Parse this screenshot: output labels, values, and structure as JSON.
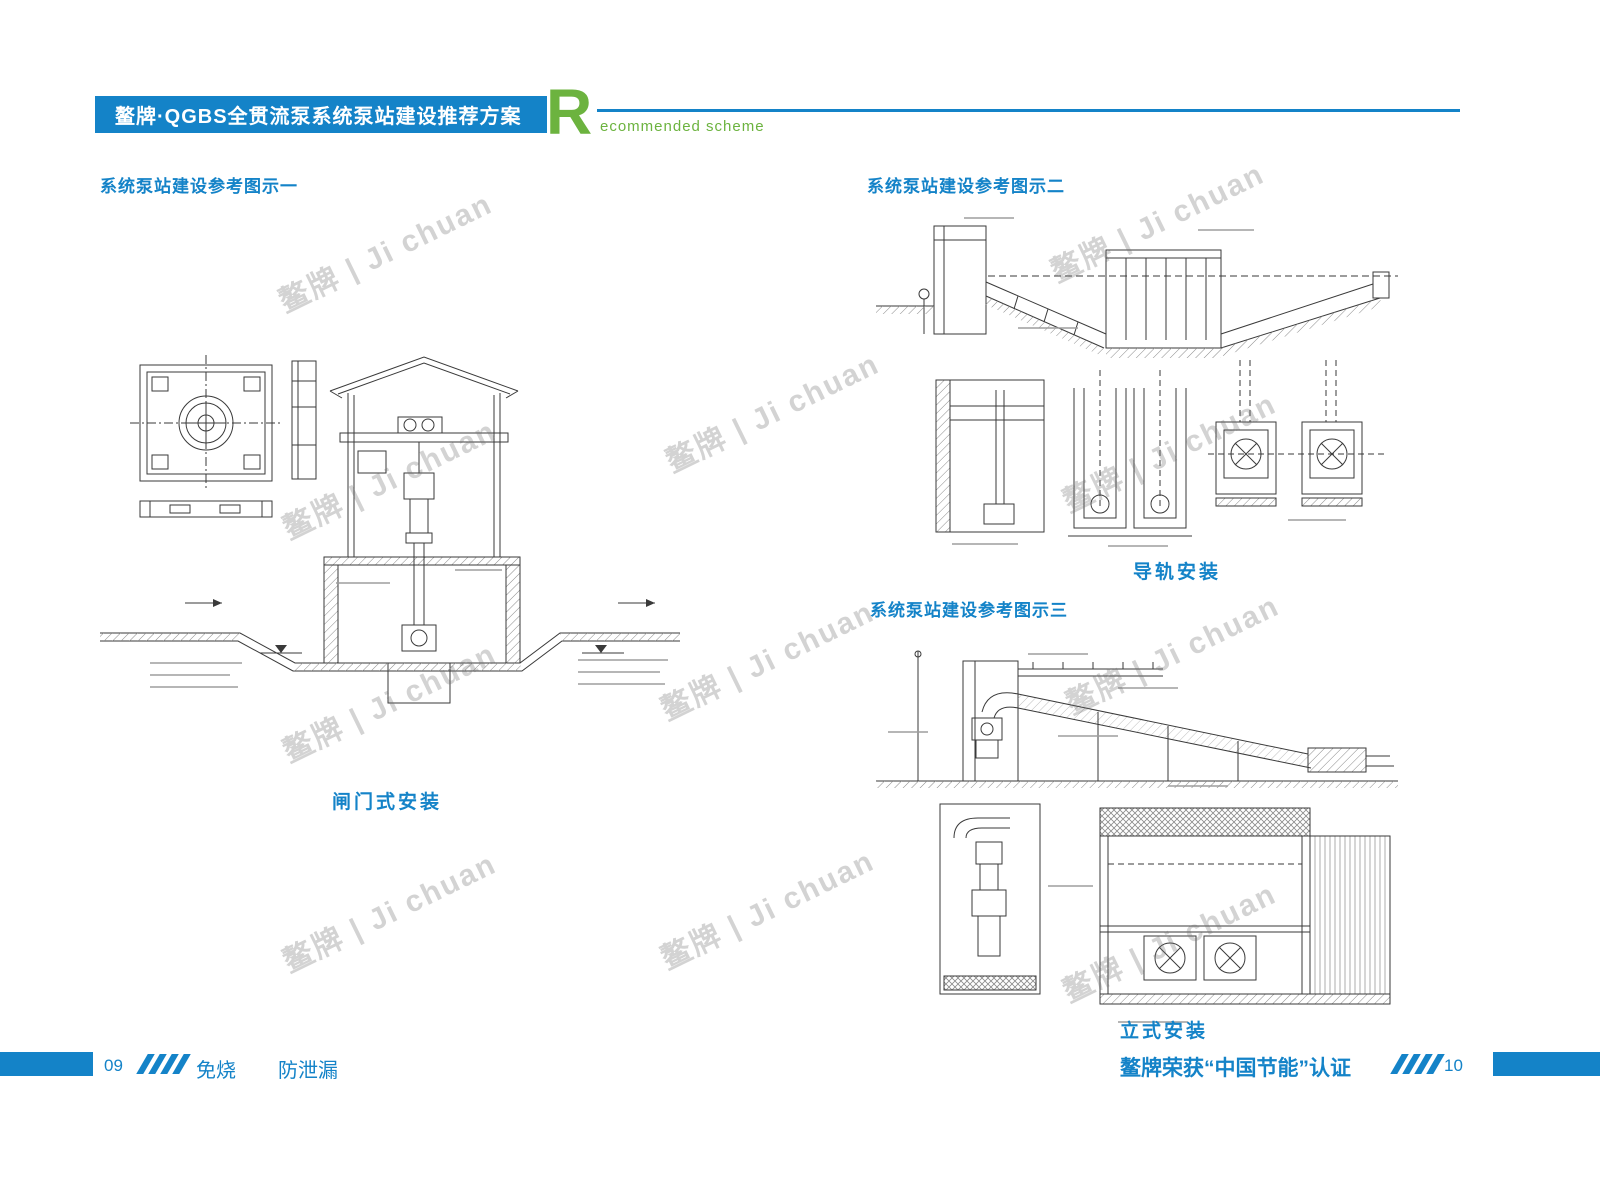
{
  "watermark": {
    "text": "鳌牌 | Ji chuan"
  },
  "header": {
    "banner_title": "鳌牌·QGBS全贯流泵系统泵站建设推荐方案",
    "big_letter": "R",
    "scheme_subtitle": "ecommended scheme"
  },
  "sections": {
    "diagram1": {
      "heading": "系统泵站建设参考图示一",
      "caption": "闸门式安装"
    },
    "diagram2": {
      "heading": "系统泵站建设参考图示二",
      "caption": "导轨安装"
    },
    "diagram3": {
      "heading": "系统泵站建设参考图示三",
      "caption": "立式安装"
    }
  },
  "footer": {
    "left_page_number": "09",
    "feature1": "免烧",
    "feature2": "防泄漏",
    "award_text": "鳌牌荣获“中国节能”认证",
    "right_page_number": "10"
  },
  "colors": {
    "primary_blue": "#1483c8",
    "accent_green": "#6cb33f"
  }
}
